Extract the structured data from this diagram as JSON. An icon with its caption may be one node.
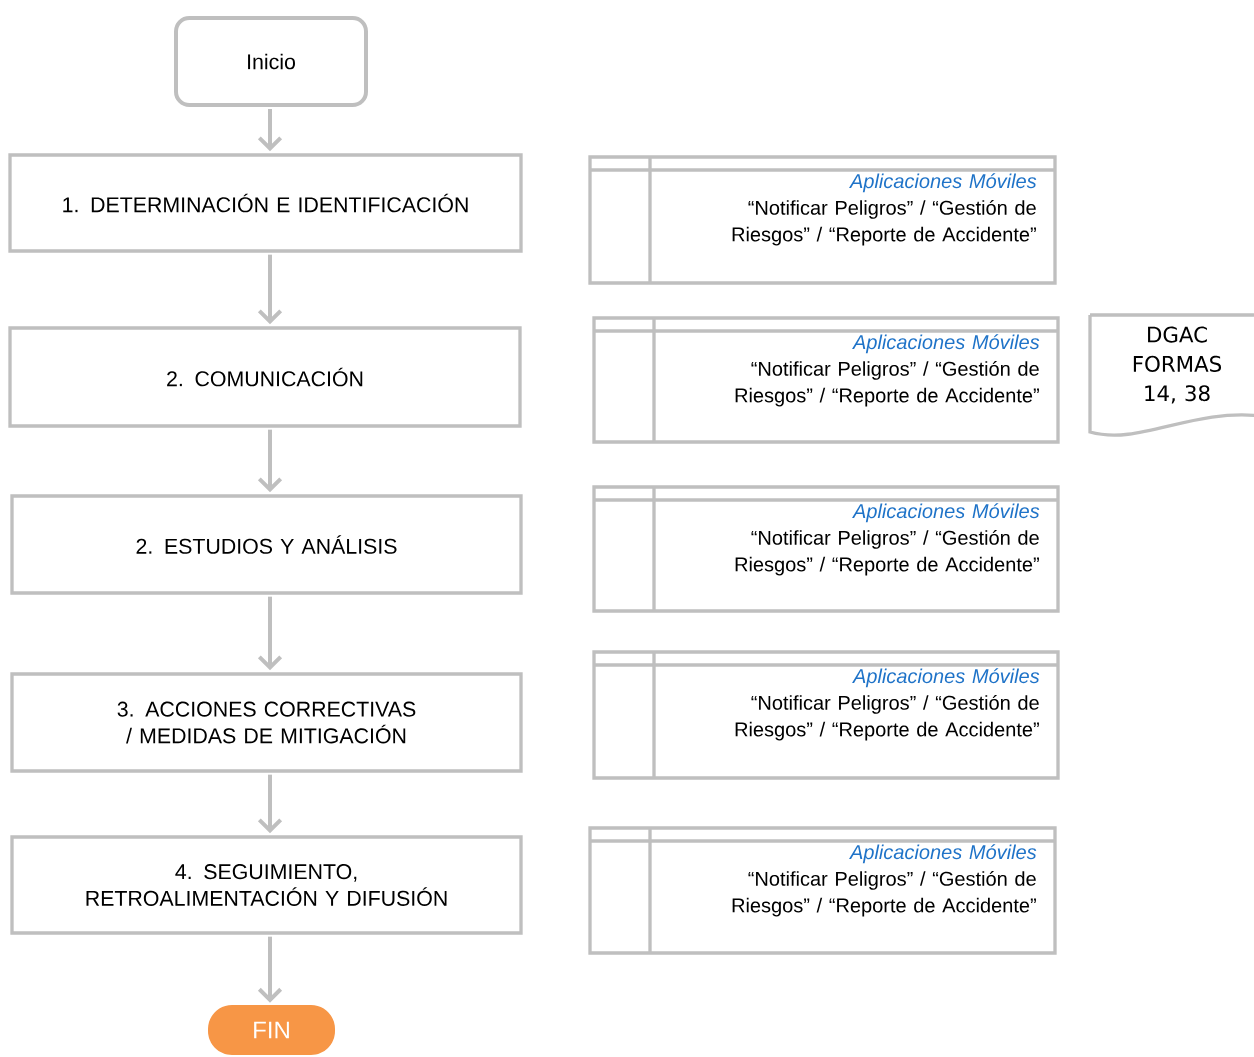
{
  "diagram": {
    "nodes": [
      {
        "text": [
          "Inicio"
        ]
      },
      {
        "text": [
          "1. DETERMINACIÓN E IDENTIFICACIÓN"
        ]
      },
      {
        "text": [
          "2. COMUNICACIÓN"
        ]
      },
      {
        "text": [
          "2. ESTUDIOS Y ANÁLISIS"
        ]
      },
      {
        "text": [
          "3. ACCIONES CORRECTIVAS / MEDIDAS DE MITIGACIÓN"
        ]
      },
      {
        "text": [
          "4. SEGUIMIENTO, RETROALIMENTACIÓN Y DIFUSIÓN"
        ]
      },
      {
        "text": [
          "FIN"
        ]
      },
      {
        "text": [
          "Aplicaciones Móviles",
          "“Notificar Peligros” / “Gestión de Riesgos” / “Reporte de Accidente”"
        ]
      },
      {
        "text": [
          "Aplicaciones Móviles",
          "“Notificar Peligros” / “Gestión de Riesgos” / “Reporte de Accidente”"
        ]
      },
      {
        "text": [
          "Aplicaciones Móviles",
          "“Notificar Peligros” / “Gestión de Riesgos” / “Reporte de Accidente”"
        ]
      },
      {
        "text": [
          "Aplicaciones Móviles",
          "“Notificar Peligros” / “Gestión de Riesgos” / “Reporte de Accidente”"
        ]
      },
      {
        "text": [
          "Aplicaciones Móviles",
          "“Notificar Peligros” / “Gestión de Riesgos” / “Reporte de Accidente”"
        ]
      },
      {
        "text": [
          "DGAC FORMAS 14, 38"
        ]
      }
    ],
    "edges": [
      {
        "from": 0,
        "to": 1,
        "arrow": "to"
      },
      {
        "from": 1,
        "to": 2,
        "arrow": "to"
      },
      {
        "from": 2,
        "to": 3,
        "arrow": "to"
      },
      {
        "from": 3,
        "to": 4,
        "arrow": "to"
      },
      {
        "from": 4,
        "to": 5,
        "arrow": "to"
      },
      {
        "from": 5,
        "to": 6,
        "arrow": "to"
      }
    ]
  }
}
